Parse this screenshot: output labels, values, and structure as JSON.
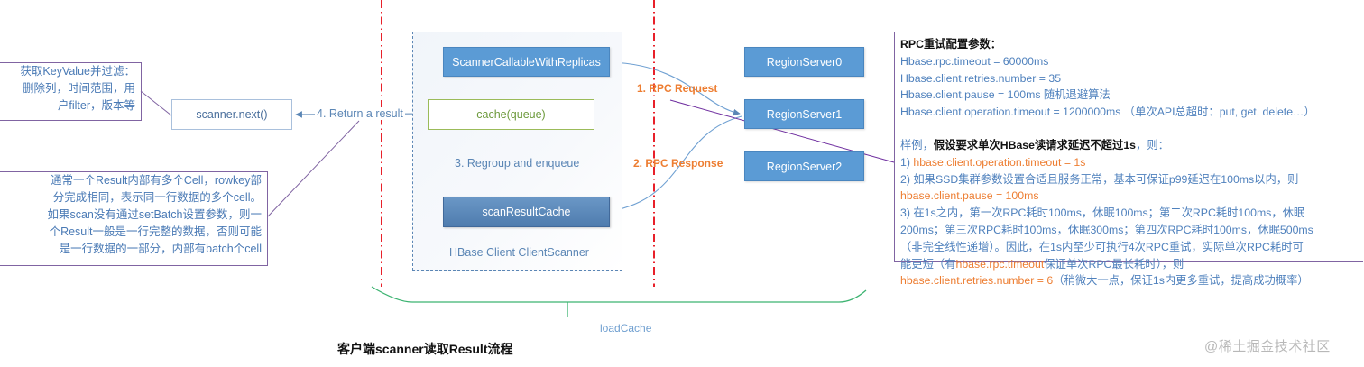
{
  "diagram": {
    "caption": "客户端scanner读取Result流程",
    "watermark": "@稀土掘金技术社区",
    "client_scanner": {
      "frame_label": "HBase Client ClientScanner",
      "scanner_callable": "ScannerCallableWithReplicas",
      "cache_queue": "cache(queue)",
      "scan_result_cache": "scanResultCache"
    },
    "scanner_next": "scanner.next()",
    "region_servers": [
      "RegionServer0",
      "RegionServer1",
      "RegionServer2"
    ],
    "steps": {
      "rpc_request": "1. RPC Request",
      "rpc_response": "2. RPC Response",
      "regroup": "3. Regroup and enqueue",
      "return_result": "4. Return a result"
    },
    "load_cache": "loadCache",
    "notes": {
      "filter_note": [
        "获取KeyValue并过滤：",
        "删除列，时间范围，用",
        "户filter，版本等"
      ],
      "result_note": [
        "通常一个Result内部有多个Cell，rowkey部",
        "分完成相同，表示同一行数据的多个cell。",
        "如果scan没有通过setBatch设置参数，则一",
        "个Result一般是一行完整的数据，否则可能",
        "是一行数据的一部分，内部有batch个cell"
      ]
    },
    "rpc_panel": {
      "title": "RPC重试配置参数：",
      "params": [
        "Hbase.rpc.timeout = 60000ms",
        "Hbase.client.retries.number = 35",
        "Hbase.client.pause = 100ms 随机退避算法",
        "Hbase.client.operation.timeout = 1200000ms （单次API总超时：put, get, delete…）"
      ],
      "example_prefix": "样例，",
      "example_bold": "假设要求单次HBase读请求延迟不超过1s",
      "example_suffix": "，则：",
      "item1_prefix": "1) ",
      "item1_value": "hbase.client.operation.timeout = 1s",
      "item2_text": "2) 如果SSD集群参数设置合适且服务正常，基本可保证p99延迟在100ms以内，则",
      "item2_value": "hbase.client.pause = 100ms",
      "item3_lines": [
        "3) 在1s之内，第一次RPC耗时100ms，休眠100ms；第二次RPC耗时100ms，休眠",
        "200ms；第三次RPC耗时100ms，休眠300ms；第四次RPC耗时100ms，休眠500ms",
        "（非完全线性递增）。因此，在1s内至少可执行4次RPC重试，实际单次RPC耗时可"
      ],
      "item3_line4_prefix": "能更短（有",
      "item3_line4_value": "hbase.rpc.timeout",
      "item3_line4_suffix": "保证单次RPC最长耗时），则",
      "item3_line5_value": "hbase.client.retries.number = 6",
      "item3_line5_suffix": "（稍微大一点，保证1s内更多重试，提高成功概率）"
    },
    "colors": {
      "box_blue": "#5b9bd5",
      "step_orange": "#ed7d31",
      "boundary_red": "#e8202a",
      "bracket_purple": "#8064a2",
      "load_cache_green": "#3cb371"
    }
  }
}
